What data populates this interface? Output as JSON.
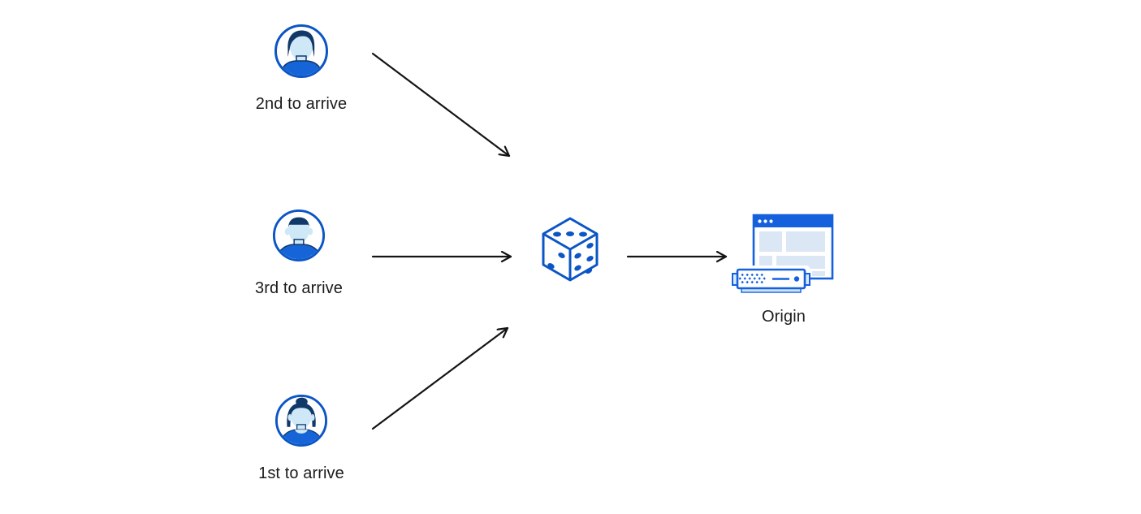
{
  "diagram": {
    "users": [
      {
        "id": "second-to-arrive",
        "label": "2nd to arrive",
        "icon": "user-male-avatar-icon"
      },
      {
        "id": "third-to-arrive",
        "label": "3rd to arrive",
        "icon": "user-male-avatar-icon"
      },
      {
        "id": "first-to-arrive",
        "label": "1st to arrive",
        "icon": "user-female-avatar-icon"
      }
    ],
    "randomizer": {
      "icon": "dice-icon"
    },
    "origin": {
      "label": "Origin",
      "icon": "origin-server-browser-icon"
    },
    "edges": [
      {
        "from": "second-to-arrive",
        "to": "dice"
      },
      {
        "from": "third-to-arrive",
        "to": "dice"
      },
      {
        "from": "first-to-arrive",
        "to": "dice"
      },
      {
        "from": "dice",
        "to": "origin"
      }
    ]
  },
  "colors": {
    "primary_blue": "#0b55c6",
    "window_blue": "#1560dd",
    "dark_navy": "#103869",
    "shirt_blue": "#1565d8",
    "skin_light_blue": "#cfe8f7",
    "panel_light_blue": "#dbe7f4",
    "arrow_black": "#141414",
    "background": "#ffffff"
  }
}
